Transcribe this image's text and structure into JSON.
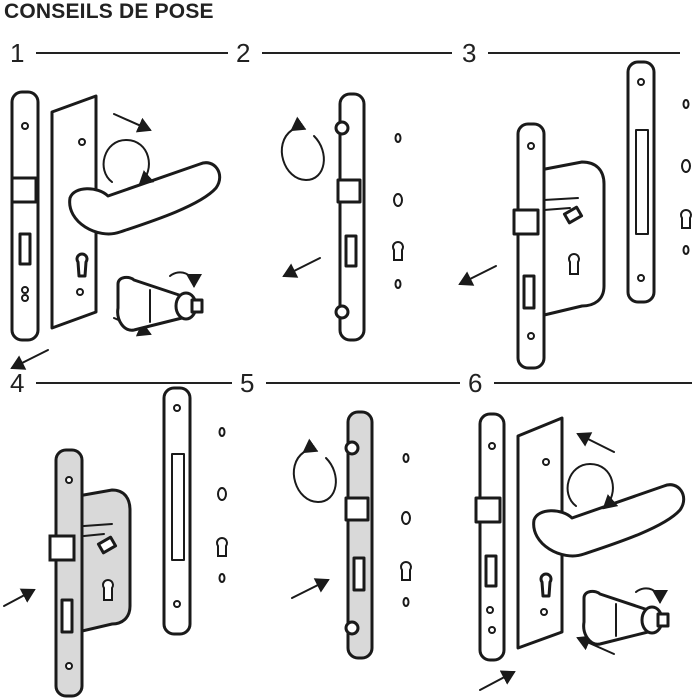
{
  "title": "CONSEILS DE POSE",
  "steps": [
    {
      "label": "1"
    },
    {
      "label": "2"
    },
    {
      "label": "3"
    },
    {
      "label": "4"
    },
    {
      "label": "5"
    },
    {
      "label": "6"
    }
  ],
  "colors": {
    "ink": "#1a1a1a",
    "background": "#ffffff",
    "gray_fill": "#d9d9d9"
  },
  "icons": [
    "rotate-arrow-icon",
    "straight-arrow-icon"
  ]
}
